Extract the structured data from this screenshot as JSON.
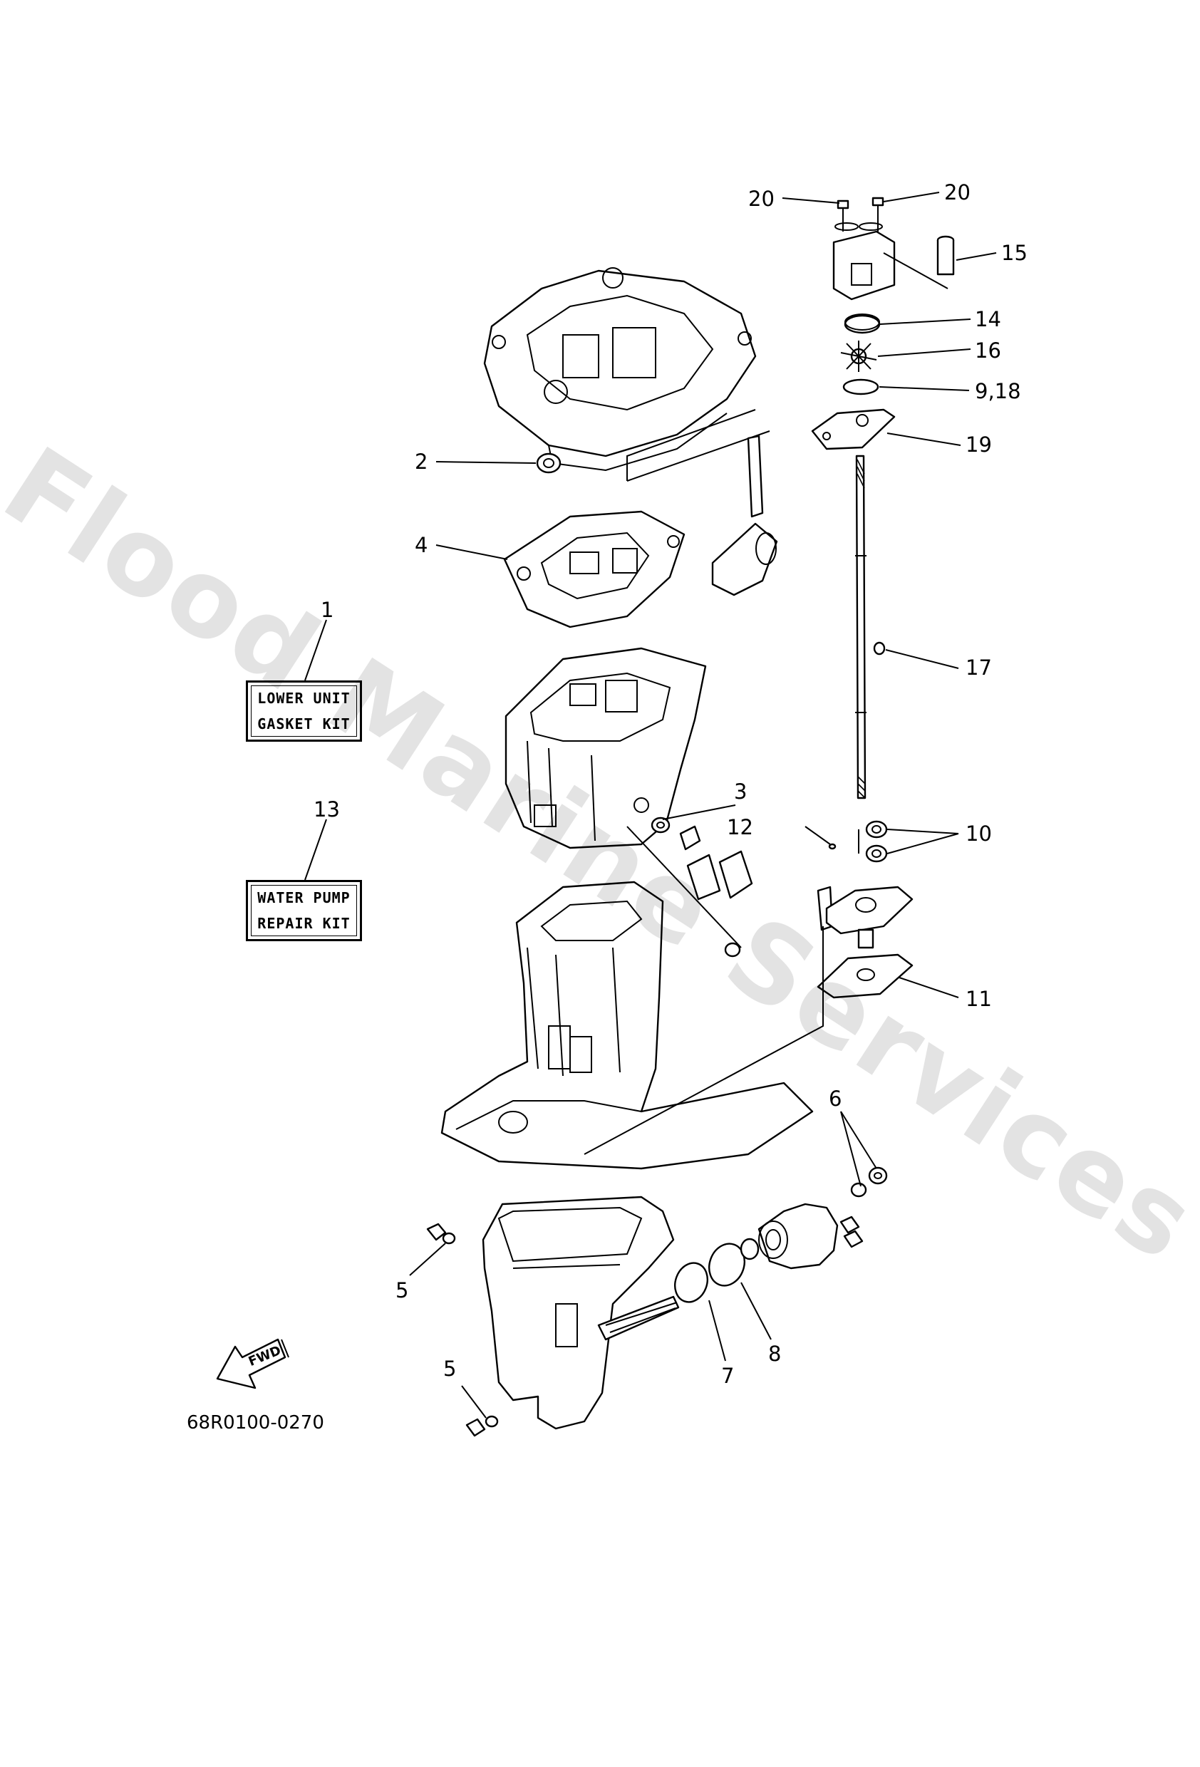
{
  "watermark": "Flood Marine Services",
  "diagram_code": "68R0100-0270",
  "fwd_label": "FWD",
  "kits": {
    "lower_unit": {
      "number": "1",
      "line1": "LOWER UNIT",
      "line2": "GASKET KIT"
    },
    "water_pump": {
      "number": "13",
      "line1": "WATER PUMP",
      "line2": "REPAIR KIT"
    }
  },
  "callouts": {
    "c2": "2",
    "c3": "3",
    "c4": "4",
    "c5a": "5",
    "c5b": "5",
    "c6": "6",
    "c7": "7",
    "c8": "8",
    "c9_18": "9,18",
    "c10": "10",
    "c11": "11",
    "c12": "12",
    "c14": "14",
    "c15": "15",
    "c16": "16",
    "c17": "17",
    "c19": "19",
    "c20a": "20",
    "c20b": "20"
  }
}
